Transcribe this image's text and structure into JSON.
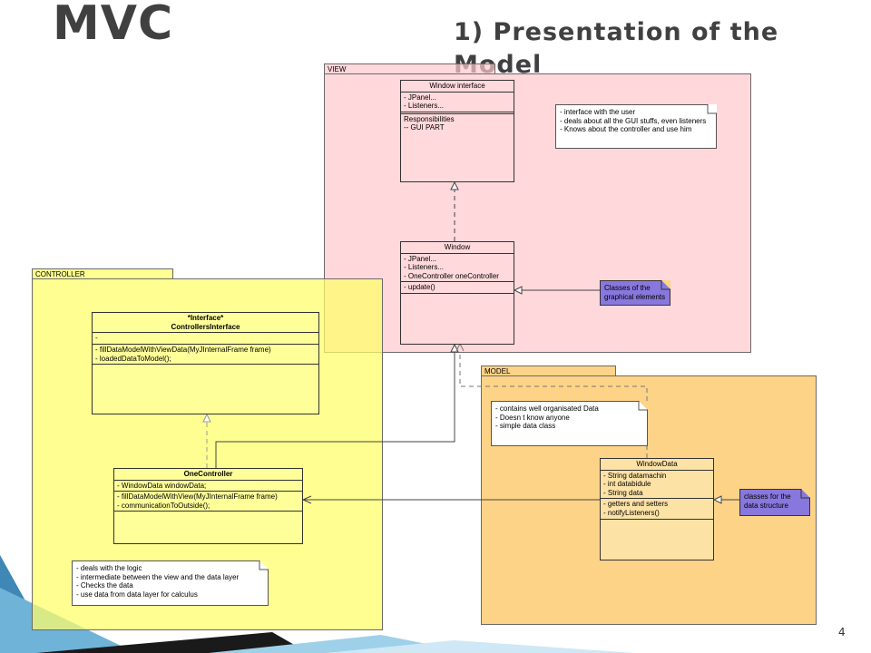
{
  "slide": {
    "title": "MVC",
    "subtitle": "1) Presentation of the Model",
    "page_number": "4"
  },
  "packages": {
    "view": {
      "label": "VIEW"
    },
    "controller": {
      "label": "CONTROLLER"
    },
    "model": {
      "label": "MODEL"
    }
  },
  "classes": {
    "window_interface": {
      "name": "Window interface",
      "attributes": [
        "- JPanel...",
        "- Listeners..."
      ],
      "operations": [
        "Responsibilities",
        "-- GUI PART"
      ]
    },
    "window": {
      "name": "Window",
      "attributes": [
        "- JPanel...",
        "- Listeners...",
        "- OneController oneController"
      ],
      "operations": [
        "- update()"
      ]
    },
    "controllers_interface": {
      "stereotype": "*Interface*",
      "name": "ControllersInterface",
      "attributes": [
        "-"
      ],
      "operations": [
        "- fillDataModelWithViewData(MyJInternalFrame frame)",
        "- loadedDataToModel();"
      ]
    },
    "one_controller": {
      "name": "OneController",
      "attributes": [
        "- WindowData windowData;"
      ],
      "operations": [
        "- fillDataModelWithView(MyJInternalFrame frame)",
        "- communicationToOutside();"
      ]
    },
    "window_data": {
      "name": "WindowData",
      "attributes": [
        "- String datamachin",
        "- int databidule",
        "- String data"
      ],
      "operations": [
        "- getters and setters",
        "- notifyListeners()"
      ]
    }
  },
  "notes": {
    "view_note": [
      "- interface with the user",
      "- deals about all the GUI stuffs, even listeners",
      "- Knows about the controller and use him"
    ],
    "graphical_note": [
      "Classes of the",
      "graphical elements"
    ],
    "model_note": [
      "- contains well organisated Data",
      "- Doesn t know anyone",
      "- simple data class"
    ],
    "data_structure_note": [
      "classes for the",
      "data structure"
    ],
    "controller_note": [
      "- deals with the logic",
      "- intermediate between the view and the data layer",
      "- Checks the data",
      "- use data from data layer for calculus"
    ]
  },
  "colors": {
    "view": "#ffc8cd",
    "controller": "#ffff66",
    "model": "#fdd387",
    "note_purple": "#8877dd",
    "title_text": "#404040"
  }
}
